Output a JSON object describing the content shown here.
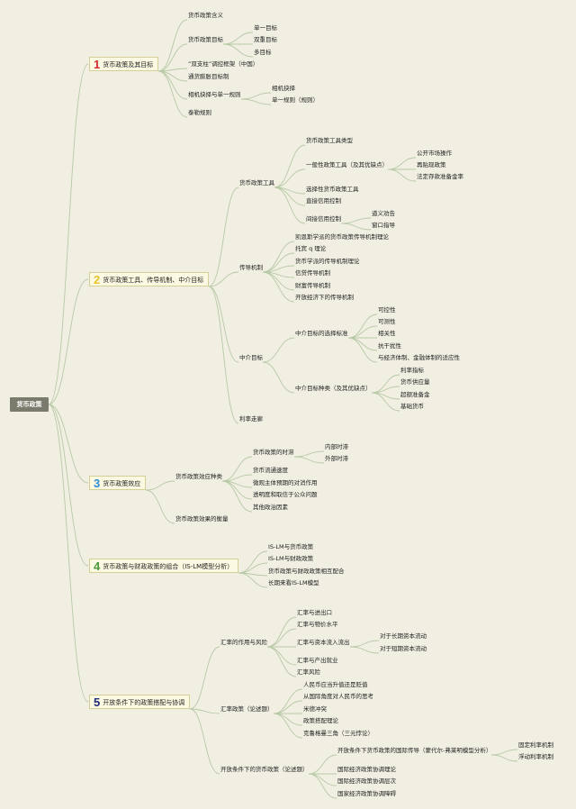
{
  "root": "货币政策",
  "colors": {
    "background": "#f1efe2",
    "branch": "#b7c9a6",
    "num1": "#d02b2b",
    "num2": "#e7c42a",
    "num3": "#2f8fd1",
    "num4": "#4a9a3a",
    "num5": "#1e2b78"
  },
  "b1": {
    "num": "1",
    "label": "货币政策及其目标",
    "c1": "货币政策含义",
    "c2": "货币政策目标",
    "c2a": "单一目标",
    "c2b": "双重目标",
    "c2c": "多目标",
    "c3": "“双支柱”调控框架（中国）",
    "c4": "通货膨胀目标制",
    "c5": "相机抉择与单一规则",
    "c5a": "相机抉择",
    "c5b": "单一规则（规则）",
    "c6": "泰勒规则"
  },
  "b2": {
    "num": "2",
    "label": "货币政策工具、传导机制、中介目标",
    "t": "货币政策工具",
    "t1": "货币政策工具类型",
    "t2": "一般性政策工具（及其优缺点）",
    "t2a": "公开市场操作",
    "t2b": "再贴现政策",
    "t2c": "法定存款准备金率",
    "t3": "选择性货币政策工具",
    "t4": "直接信用控制",
    "t5": "间接信用控制",
    "t5a": "道义劝告",
    "t5b": "窗口指导",
    "m": "传导机制",
    "m1": "凯恩斯学派的货币政策传导机制理论",
    "m2": "托宾 q 理论",
    "m3": "货币学派的传导机制理论",
    "m4": "信贷传导机制",
    "m5": "财富传导机制",
    "m6": "开放经济下的传导机制",
    "z": "中介目标",
    "z1": "中介目标的选择标准",
    "z1a": "可控性",
    "z1b": "可测性",
    "z1c": "相关性",
    "z1d": "抗干扰性",
    "z1e": "与经济体制、金融体制的适应性",
    "z2": "中介目标种类（及其优缺点）",
    "z2a": "利率指标",
    "z2b": "货币供应量",
    "z2c": "超额准备金",
    "z2d": "基础货币",
    "r": "利率走廊"
  },
  "b3": {
    "num": "3",
    "label": "货币政策效应",
    "e": "货币政策效应种类",
    "e1": "货币政策的时滞",
    "e1a": "内部时滞",
    "e1b": "外部时滞",
    "e2": "货币流通速度",
    "e3": "微观主体预期的对消作用",
    "e4": "透明度和取信于公众问题",
    "e5": "其他政治因素",
    "f": "货币政策效果的衡量"
  },
  "b4": {
    "num": "4",
    "label": "货币政策与财政政策的组合（IS-LM模型分析）",
    "c1": "IS-LM与货币政策",
    "c2": "IS-LM与财政政策",
    "c3": "货币政策与财政政策相互配合",
    "c4": "长期来看IS-LM模型"
  },
  "b5": {
    "num": "5",
    "label": "开放条件下的政策搭配与协调",
    "a": "汇率的作用与风险",
    "a1": "汇率与进出口",
    "a2": "汇率与物价水平",
    "a3": "汇率与资本流入流出",
    "a3a": "对于长期资本流动",
    "a3b": "对于短期资本流动",
    "a4": "汇率与产出就业",
    "a5": "汇率风险",
    "b": "汇率政策（论述题）",
    "b1": "人民币应当升值还是贬值",
    "b2": "从国际角度对人民币的思考",
    "b3": "米德冲突",
    "b4": "政策搭配理论",
    "b5": "克鲁格曼三角（三元悖论）",
    "c": "开放条件下的货币政策（论述题）",
    "c1": "开放条件下货币政策的国际传导（蒙代尔-弗莱明模型分析）",
    "c1a": "固定利率机制",
    "c1b": "浮动利率机制",
    "c2": "国际经济政策协调理论",
    "c3": "国际经济政策协调层次",
    "c4": "国家经济政策协调障碍"
  }
}
